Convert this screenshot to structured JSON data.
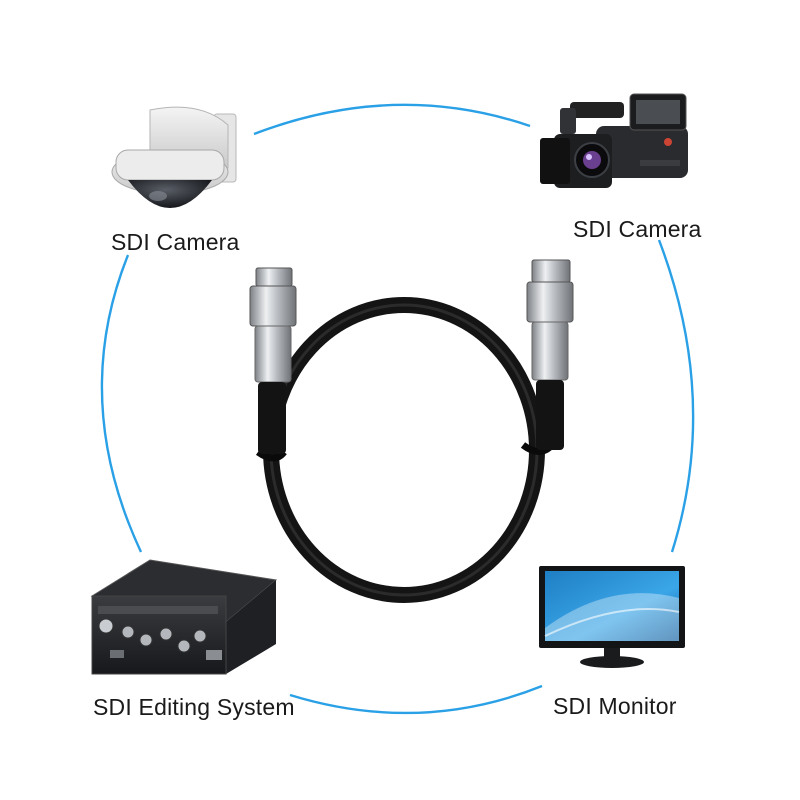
{
  "colors": {
    "ring": "#2aa0e6",
    "cable": "#141414",
    "chrome": "#c9ccd0",
    "label_text": "#1a1a1a"
  },
  "nodes": [
    {
      "id": "dome-camera",
      "label": "SDI Camera",
      "icon": "dome-camera-icon"
    },
    {
      "id": "camcorder",
      "label": "SDI Camera",
      "icon": "camcorder-icon"
    },
    {
      "id": "editing-system",
      "label": "SDI Editing System",
      "icon": "editing-system-icon"
    },
    {
      "id": "monitor",
      "label": "SDI Monitor",
      "icon": "monitor-icon"
    }
  ],
  "center": {
    "icon": "bnc-cable-icon"
  },
  "ring": {
    "style": "circle-connector"
  }
}
